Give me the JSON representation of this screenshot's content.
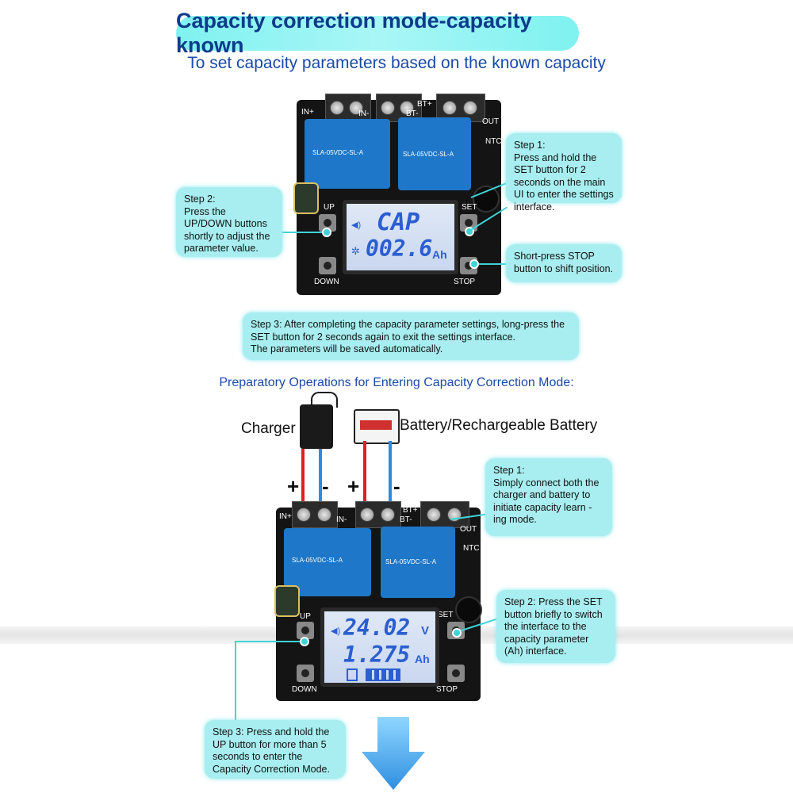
{
  "header": {
    "title": "Capacity correction mode-capacity known",
    "subtitle": "To set capacity parameters based on the known capacity"
  },
  "board1": {
    "terminal_labels": [
      "IN+",
      "IN-",
      "BT-",
      "BT+",
      "OUT",
      "NTC"
    ],
    "buttons": {
      "up": "UP",
      "down": "DOWN",
      "set": "SET",
      "stop": "STOP"
    },
    "relay_text": "SLA-05VDC-SL-A",
    "lcd": {
      "line1": "CAP",
      "line2": "002.6",
      "unit": "Ah"
    }
  },
  "board1_callouts": {
    "step1": "Step 1:\nPress and hold the SET button for 2 seconds on the main UI to enter the settings interface.",
    "step2": "Step 2:\nPress the UP/DOWN buttons shortly to adjust the parameter value.",
    "stop": "Short-press STOP button to shift position.",
    "step3": "Step 3: After completing the capacity parameter settings, long-press the SET button for 2 seconds again to exit the settings interface.\nThe parameters will be saved automatically."
  },
  "prep": {
    "heading": "Preparatory Operations for Entering Capacity Correction Mode:",
    "charger_label": "Charger",
    "battery_label": "Battery/Rechargeable Battery",
    "plus": "+",
    "minus": "-"
  },
  "board2": {
    "terminal_labels": [
      "IN+",
      "IN-",
      "BT-",
      "BT+",
      "OUT",
      "NTC"
    ],
    "buttons": {
      "up": "UP",
      "down": "DOWN",
      "set": "SET",
      "stop": "STOP"
    },
    "relay_text": "SLA-05VDC-SL-A",
    "lcd": {
      "line1": "24.02",
      "unit1": "V",
      "line2": "1.275",
      "unit2": "Ah"
    }
  },
  "board2_callouts": {
    "step1": "Step 1:\nSimply connect both the charger and battery to initiate capacity learn -ing mode.",
    "step2": "Step 2: Press the SET button briefly to switch the interface to the capacity parameter (Ah) interface.",
    "step3": "Step 3: Press and hold the UP button for more than 5 seconds to enter the Capacity Correction Mode."
  },
  "colors": {
    "accent_cyan": "#a8eef0",
    "title_blue": "#0d3b8a",
    "relay_blue": "#1e77c8",
    "arrow_blue": "#2f8fe0"
  }
}
